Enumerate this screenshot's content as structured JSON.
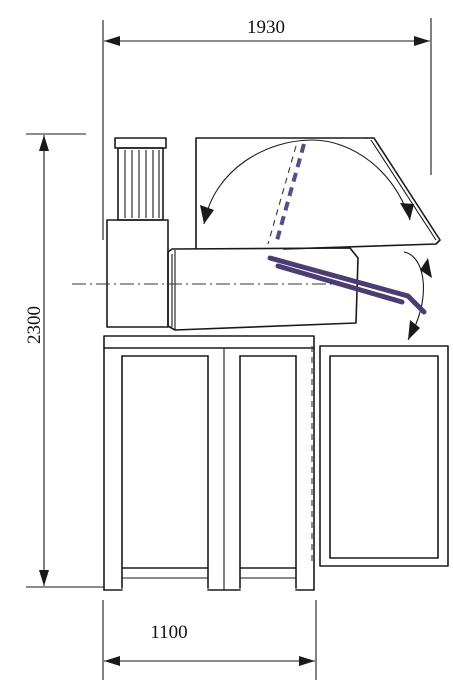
{
  "dimensions": {
    "width_overall": "1930",
    "height_overall": "2300",
    "width_base": "1100"
  },
  "colors": {
    "line": "#1a1a1a",
    "chute": "#4b3d73",
    "background": "#ffffff"
  }
}
